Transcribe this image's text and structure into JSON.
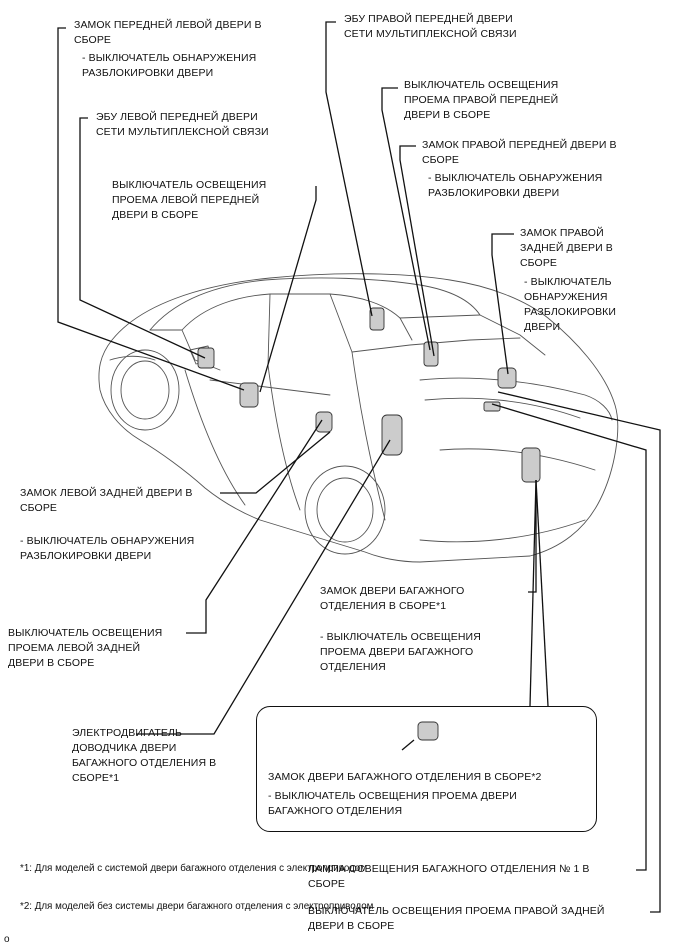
{
  "labels": {
    "front_left_lock": {
      "title": [
        "ЗАМОК ПЕРЕДНЕЙ ЛЕВОЙ ДВЕРИ В",
        "СБОРЕ"
      ],
      "sub": [
        "- ВЫКЛЮЧАТЕЛЬ ОБНАРУЖЕНИЯ",
        "РАЗБЛОКИРОВКИ ДВЕРИ"
      ]
    },
    "front_left_ecu": [
      "ЭБУ ЛЕВОЙ ПЕРЕДНЕЙ ДВЕРИ",
      "СЕТИ МУЛЬТИПЛЕКСНОЙ СВЯЗИ"
    ],
    "front_left_courtesy": [
      "ВЫКЛЮЧАТЕЛЬ ОСВЕЩЕНИЯ",
      "ПРОЕМА ЛЕВОЙ ПЕРЕДНЕЙ",
      "ДВЕРИ В СБОРЕ"
    ],
    "front_right_ecu": [
      "ЭБУ ПРАВОЙ ПЕРЕДНЕЙ ДВЕРИ",
      "СЕТИ МУЛЬТИПЛЕКСНОЙ СВЯЗИ"
    ],
    "front_right_courtesy": [
      "ВЫКЛЮЧАТЕЛЬ ОСВЕЩЕНИЯ",
      "ПРОЕМА ПРАВОЙ ПЕРЕДНЕЙ",
      "ДВЕРИ В СБОРЕ"
    ],
    "front_right_lock": {
      "title": [
        "ЗАМОК ПРАВОЙ ПЕРЕДНЕЙ ДВЕРИ В",
        "СБОРЕ"
      ],
      "sub": [
        "- ВЫКЛЮЧАТЕЛЬ ОБНАРУЖЕНИЯ",
        "РАЗБЛОКИРОВКИ ДВЕРИ"
      ]
    },
    "rear_right_lock": {
      "title": [
        "ЗАМОК ПРАВОЙ",
        "ЗАДНЕЙ ДВЕРИ В",
        "СБОРЕ"
      ],
      "sub": [
        "- ВЫКЛЮЧАТЕЛЬ",
        "ОБНАРУЖЕНИЯ",
        "РАЗБЛОКИРОВКИ",
        "ДВЕРИ"
      ]
    },
    "rear_left_lock": {
      "title": [
        "ЗАМОК ЛЕВОЙ ЗАДНЕЙ ДВЕРИ В",
        "СБОРЕ"
      ],
      "sub": [
        "- ВЫКЛЮЧАТЕЛЬ ОБНАРУЖЕНИЯ",
        "РАЗБЛОКИРОВКИ ДВЕРИ"
      ]
    },
    "rear_left_courtesy": [
      "ВЫКЛЮЧАТЕЛЬ ОСВЕЩЕНИЯ",
      "ПРОЕМА ЛЕВОЙ ЗАДНЕЙ",
      "ДВЕРИ В СБОРЕ"
    ],
    "trunk_lock_1": {
      "title": [
        "ЗАМОК ДВЕРИ БАГАЖНОГО",
        "ОТДЕЛЕНИЯ В СБОРЕ*1"
      ],
      "sub": [
        "- ВЫКЛЮЧАТЕЛЬ ОСВЕЩЕНИЯ",
        "ПРОЕМА ДВЕРИ БАГАЖНОГО",
        "ОТДЕЛЕНИЯ"
      ]
    },
    "closer_motor": [
      "ЭЛЕКТРОДВИГАТЕЛЬ",
      "ДОВОДЧИКА ДВЕРИ",
      "БАГАЖНОГО ОТДЕЛЕНИЯ В",
      "СБОРЕ*1"
    ],
    "trunk_lock_2": {
      "title": [
        "ЗАМОК ДВЕРИ БАГАЖНОГО ОТДЕЛЕНИЯ В СБОРЕ*2"
      ],
      "sub": [
        "- ВЫКЛЮЧАТЕЛЬ ОСВЕЩЕНИЯ ПРОЕМА ДВЕРИ",
        "БАГАЖНОГО ОТДЕЛЕНИЯ"
      ]
    },
    "luggage_lamp": [
      "ЛАМПА ОСВЕЩЕНИЯ БАГАЖНОГО ОТДЕЛЕНИЯ № 1 В",
      "СБОРЕ"
    ],
    "rear_right_courtesy": [
      "ВЫКЛЮЧАТЕЛЬ ОСВЕЩЕНИЯ ПРОЕМА ПРАВОЙ ЗАДНЕЙ",
      "ДВЕРИ В СБОРЕ"
    ]
  },
  "footnotes": {
    "note1": [
      "*1: Для моделей с системой двери багажного",
      "отделения с электроприводом"
    ],
    "note2": [
      "*2: Для моделей без системы двери багажного",
      "отделения с электроприводом"
    ]
  },
  "figure_mark": "o"
}
